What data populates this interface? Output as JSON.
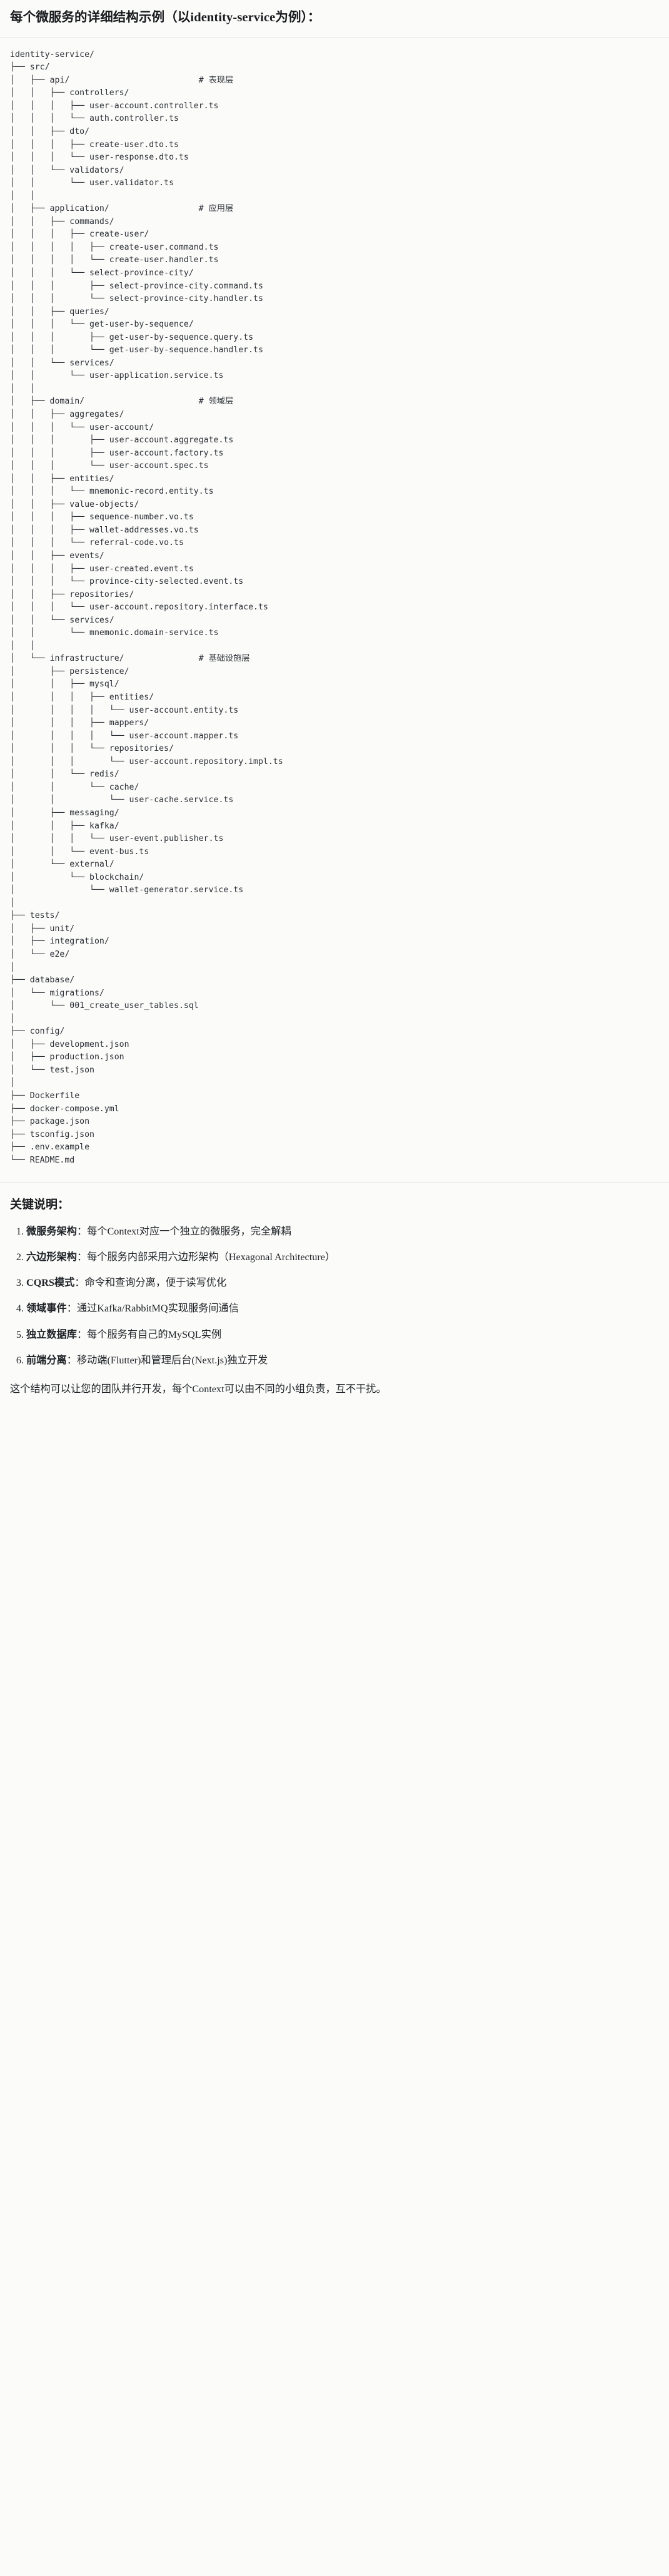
{
  "header": {
    "title": "每个微服务的详细结构示例（以identity-service为例）："
  },
  "tree": {
    "root": "identity-service/",
    "text": "identity-service/\n├── src/\n│   ├── api/                          # 表现层\n│   │   ├── controllers/\n│   │   │   ├── user-account.controller.ts\n│   │   │   └── auth.controller.ts\n│   │   ├── dto/\n│   │   │   ├── create-user.dto.ts\n│   │   │   └── user-response.dto.ts\n│   │   └── validators/\n│   │       └── user.validator.ts\n│   │\n│   ├── application/                  # 应用层\n│   │   ├── commands/\n│   │   │   ├── create-user/\n│   │   │   │   ├── create-user.command.ts\n│   │   │   │   └── create-user.handler.ts\n│   │   │   └── select-province-city/\n│   │   │       ├── select-province-city.command.ts\n│   │   │       └── select-province-city.handler.ts\n│   │   ├── queries/\n│   │   │   └── get-user-by-sequence/\n│   │   │       ├── get-user-by-sequence.query.ts\n│   │   │       └── get-user-by-sequence.handler.ts\n│   │   └── services/\n│   │       └── user-application.service.ts\n│   │\n│   ├── domain/                       # 领域层\n│   │   ├── aggregates/\n│   │   │   └── user-account/\n│   │   │       ├── user-account.aggregate.ts\n│   │   │       ├── user-account.factory.ts\n│   │   │       └── user-account.spec.ts\n│   │   ├── entities/\n│   │   │   └── mnemonic-record.entity.ts\n│   │   ├── value-objects/\n│   │   │   ├── sequence-number.vo.ts\n│   │   │   ├── wallet-addresses.vo.ts\n│   │   │   └── referral-code.vo.ts\n│   │   ├── events/\n│   │   │   ├── user-created.event.ts\n│   │   │   └── province-city-selected.event.ts\n│   │   ├── repositories/\n│   │   │   └── user-account.repository.interface.ts\n│   │   └── services/\n│   │       └── mnemonic.domain-service.ts\n│   │\n│   └── infrastructure/               # 基础设施层\n│       ├── persistence/\n│       │   ├── mysql/\n│       │   │   ├── entities/\n│       │   │   │   └── user-account.entity.ts\n│       │   │   ├── mappers/\n│       │   │   │   └── user-account.mapper.ts\n│       │   │   └── repositories/\n│       │   │       └── user-account.repository.impl.ts\n│       │   └── redis/\n│       │       └── cache/\n│       │           └── user-cache.service.ts\n│       ├── messaging/\n│       │   ├── kafka/\n│       │   │   └── user-event.publisher.ts\n│       │   └── event-bus.ts\n│       └── external/\n│           └── blockchain/\n│               └── wallet-generator.service.ts\n│\n├── tests/\n│   ├── unit/\n│   ├── integration/\n│   └── e2e/\n│\n├── database/\n│   └── migrations/\n│       └── 001_create_user_tables.sql\n│\n├── config/\n│   ├── development.json\n│   ├── production.json\n│   └── test.json\n│\n├── Dockerfile\n├── docker-compose.yml\n├── package.json\n├── tsconfig.json\n├── .env.example\n└── README.md",
    "layer_comments": [
      "# 表现层",
      "# 应用层",
      "# 领域层",
      "# 基础设施层"
    ]
  },
  "notes": {
    "title": "关键说明：",
    "items": [
      {
        "term": "微服务架构",
        "sep": "：",
        "desc": "每个Context对应一个独立的微服务，完全解耦"
      },
      {
        "term": "六边形架构",
        "sep": "：",
        "desc": "每个服务内部采用六边形架构（Hexagonal Architecture）"
      },
      {
        "term": "CQRS模式",
        "sep": "：",
        "desc": "命令和查询分离，便于读写优化"
      },
      {
        "term": "领域事件",
        "sep": "：",
        "desc": "通过Kafka/RabbitMQ实现服务间通信"
      },
      {
        "term": "独立数据库",
        "sep": "：",
        "desc": "每个服务有自己的MySQL实例"
      },
      {
        "term": "前端分离",
        "sep": "：",
        "desc": "移动端(Flutter)和管理后台(Next.js)独立开发"
      }
    ],
    "closing": "这个结构可以让您的团队并行开发，每个Context可以由不同的小组负责，互不干扰。"
  },
  "colors": {
    "background": "#fbfbf9",
    "text": "#1f2328",
    "code_text": "#2b2f36",
    "divider": "#e6e6e2"
  }
}
